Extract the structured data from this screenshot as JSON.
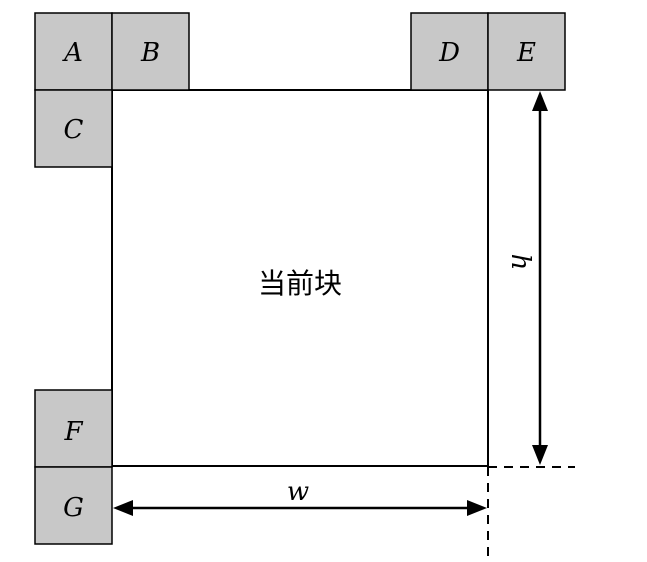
{
  "neighbor_blocks": [
    {
      "id": "A",
      "label": "A"
    },
    {
      "id": "B",
      "label": "B"
    },
    {
      "id": "C",
      "label": "C"
    },
    {
      "id": "D",
      "label": "D"
    },
    {
      "id": "E",
      "label": "E"
    },
    {
      "id": "F",
      "label": "F"
    },
    {
      "id": "G",
      "label": "G"
    }
  ],
  "current_block": {
    "label": "当前块"
  },
  "dimensions": {
    "width_label": "w",
    "height_label": "h"
  },
  "colors": {
    "neighbor_fill": "#c8c8c8",
    "stroke": "#000000",
    "background": "#ffffff"
  }
}
